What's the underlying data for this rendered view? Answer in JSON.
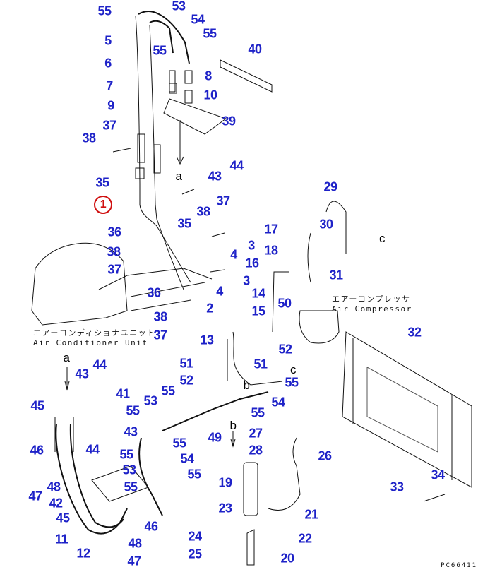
{
  "diagram": {
    "labels": [
      "55",
      "53",
      "54",
      "55",
      "5",
      "40",
      "55",
      "6",
      "8",
      "7",
      "10",
      "9",
      "39",
      "37",
      "38",
      "44",
      "43",
      "a",
      "35",
      "29",
      "37",
      "1",
      "38",
      "30",
      "36",
      "35",
      "17",
      "c",
      "3",
      "18",
      "4",
      "38",
      "16",
      "31",
      "37",
      "3",
      "36",
      "4",
      "14",
      "50",
      "15",
      "2",
      "38",
      "37",
      "32",
      "13",
      "52",
      "51",
      "51",
      "c",
      "a",
      "44",
      "43",
      "52",
      "b",
      "55",
      "41",
      "55",
      "54",
      "45",
      "53",
      "55",
      "55",
      "49",
      "43",
      "27",
      "b",
      "46",
      "44",
      "55",
      "28",
      "55",
      "26",
      "54",
      "53",
      "55",
      "48",
      "55",
      "19",
      "47",
      "34",
      "33",
      "42",
      "23",
      "45",
      "46",
      "21",
      "11",
      "22",
      "24",
      "48",
      "12",
      "25",
      "47",
      "20"
    ],
    "captions": {
      "air_conditioner_jp": "エアーコンディショナユニット",
      "air_conditioner_en": "Air Conditioner Unit",
      "air_compressor_jp": "エアーコンプレッサ",
      "air_compressor_en": "Air Compressor"
    },
    "drawing_code": "PC66411",
    "colors": {
      "label": "#1e22c8",
      "highlight": "#d01010",
      "line": "#111111"
    }
  }
}
